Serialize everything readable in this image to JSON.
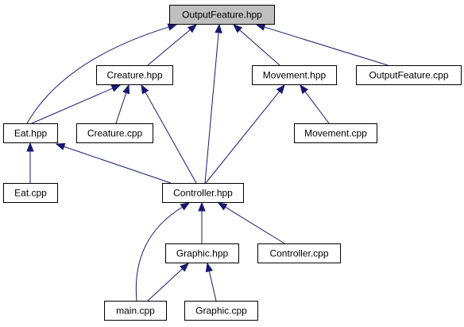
{
  "graph": {
    "nodes": [
      {
        "id": "outputfeature_hpp",
        "label": "OutputFeature.hpp",
        "highlighted": true
      },
      {
        "id": "creature_hpp",
        "label": "Creature.hpp"
      },
      {
        "id": "movement_hpp",
        "label": "Movement.hpp"
      },
      {
        "id": "outputfeature_cpp",
        "label": "OutputFeature.cpp"
      },
      {
        "id": "eat_hpp",
        "label": "Eat.hpp"
      },
      {
        "id": "creature_cpp",
        "label": "Creature.cpp"
      },
      {
        "id": "movement_cpp",
        "label": "Movement.cpp"
      },
      {
        "id": "eat_cpp",
        "label": "Eat.cpp"
      },
      {
        "id": "controller_hpp",
        "label": "Controller.hpp"
      },
      {
        "id": "graphic_hpp",
        "label": "Graphic.hpp"
      },
      {
        "id": "controller_cpp",
        "label": "Controller.cpp"
      },
      {
        "id": "main_cpp",
        "label": "main.cpp"
      },
      {
        "id": "graphic_cpp",
        "label": "Graphic.cpp"
      }
    ],
    "edges": [
      {
        "from": "creature_hpp",
        "to": "outputfeature_hpp"
      },
      {
        "from": "movement_hpp",
        "to": "outputfeature_hpp"
      },
      {
        "from": "outputfeature_cpp",
        "to": "outputfeature_hpp"
      },
      {
        "from": "eat_hpp",
        "to": "outputfeature_hpp"
      },
      {
        "from": "controller_hpp",
        "to": "outputfeature_hpp"
      },
      {
        "from": "eat_hpp",
        "to": "creature_hpp"
      },
      {
        "from": "creature_cpp",
        "to": "creature_hpp"
      },
      {
        "from": "controller_hpp",
        "to": "creature_hpp"
      },
      {
        "from": "movement_cpp",
        "to": "movement_hpp"
      },
      {
        "from": "controller_hpp",
        "to": "movement_hpp"
      },
      {
        "from": "eat_cpp",
        "to": "eat_hpp"
      },
      {
        "from": "controller_hpp",
        "to": "eat_hpp"
      },
      {
        "from": "graphic_hpp",
        "to": "controller_hpp"
      },
      {
        "from": "controller_cpp",
        "to": "controller_hpp"
      },
      {
        "from": "main_cpp",
        "to": "controller_hpp"
      },
      {
        "from": "main_cpp",
        "to": "graphic_hpp"
      },
      {
        "from": "graphic_cpp",
        "to": "graphic_hpp"
      }
    ]
  },
  "colors": {
    "edge": "#191970",
    "node_fill": "#ffffff",
    "highlight_fill": "#bfbfbf",
    "border": "#000000"
  }
}
